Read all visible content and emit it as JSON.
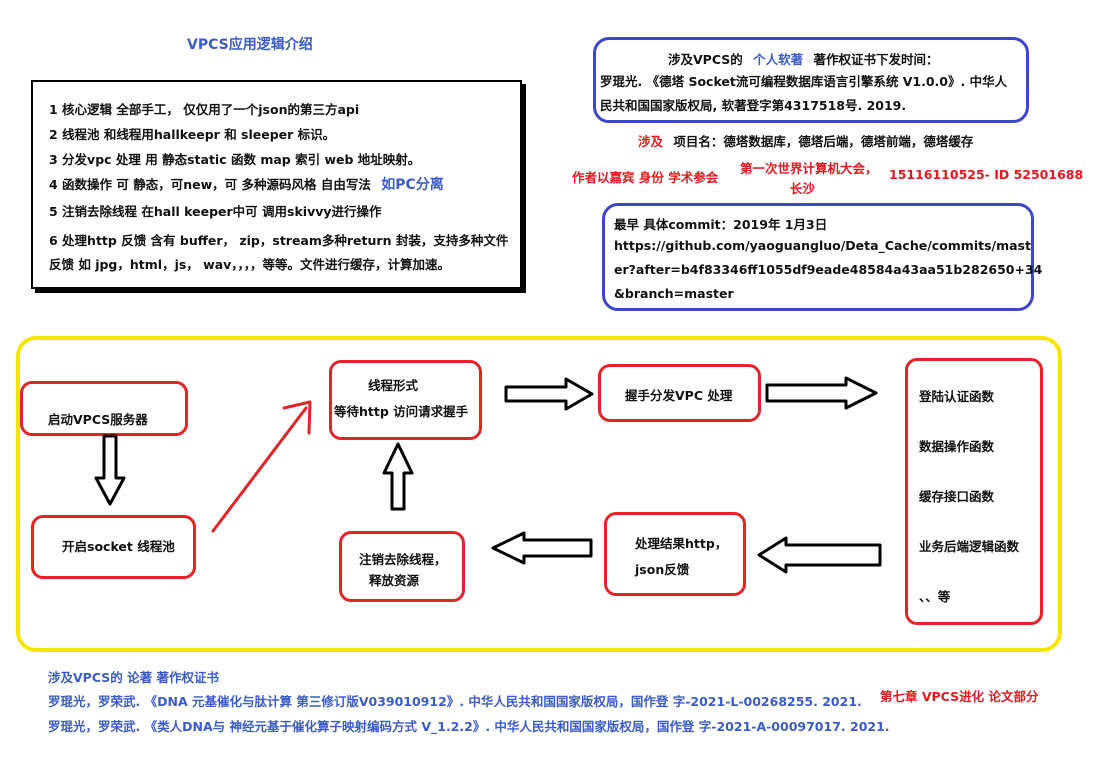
{
  "title": "VPCS应用逻辑介绍",
  "core_logic": {
    "lines": [
      "1 核心逻辑 全部手工， 仅仅用了一个json的第三方api",
      "2 线程池 和线程用hallkeepr 和 sleeper 标识。",
      "3 分发vpc 处理 用 静态static 函数 map 索引 web 地址映射。",
      "4 函数操作  可 静态，可new，可 多种源码风格 自由写法",
      "5 注销去除线程 在hall keeper中可 调用skivvy进行操作",
      "6 处理http 反馈 含有 buffer， zip，stream多种return 封装，支持多种文件",
      "反馈 如 jpg，html，js， wav，，，，等等。文件进行缓存，计算加速。"
    ],
    "pc_note": "如PC分离"
  },
  "copyright": {
    "prefix": "涉及VPCS的",
    "highlight": "个人软著",
    "suffix": "著作权证书下发时间：",
    "line2": "罗琨光. 《德塔 Socket流可编程数据库语言引擎系统 V1.0.0》. 中华人",
    "line3": "民共和国国家版权局, 软著登字第4317518号. 2019."
  },
  "projects": {
    "label": "涉及",
    "text": "项目名：德塔数据库，德塔后端，德塔前端，德塔缓存"
  },
  "guest": {
    "role": "作者以嘉宾 身份  学术参会",
    "event": "第一次世界计算机大会，",
    "city": "长沙",
    "id": "15116110525-   ID 52501688"
  },
  "commit": {
    "line1": "最早  具体commit：2019年 1月3日",
    "line2": "https://github.com/yaoguangluo/Deta_Cache/commits/mast",
    "line3": "er?after=b4f83346ff1055df9eade48584a43aa51b282650+34",
    "line4": "&branch=master"
  },
  "flow": {
    "start": "启动VPCS服务器",
    "socket": "开启socket 线程池",
    "thread_title": "线程形式",
    "thread_sub": "等待http 访问请求握手",
    "dispatch": "握手分发VPC 处理",
    "functions": [
      "登陆认证函数",
      "数据操作函数",
      "缓存接口函数",
      "业务后端逻辑函数",
      "、、等"
    ],
    "result_line1": "处理结果http，",
    "result_line2": "json反馈",
    "cancel_line1": "注销去除线程，",
    "cancel_line2": "释放资源"
  },
  "footer": {
    "heading": "涉及VPCS的 论著 著作权证书",
    "ref1": "罗琨光，罗荣武. 《DNA 元基催化与肽计算 第三修订版V039010912》. 中华人民共和国国家版权局，国作登 字-2021-L-00268255. 2021.",
    "ref2": "罗琨光，罗荣武. 《类人DNA与 神经元基于催化算子映射编码方式 V_1.2.2》. 中华人民共和国国家版权局，国作登 字-2021-A-00097017. 2021.",
    "chapter": "第七章 VPCS进化 论文部分"
  }
}
